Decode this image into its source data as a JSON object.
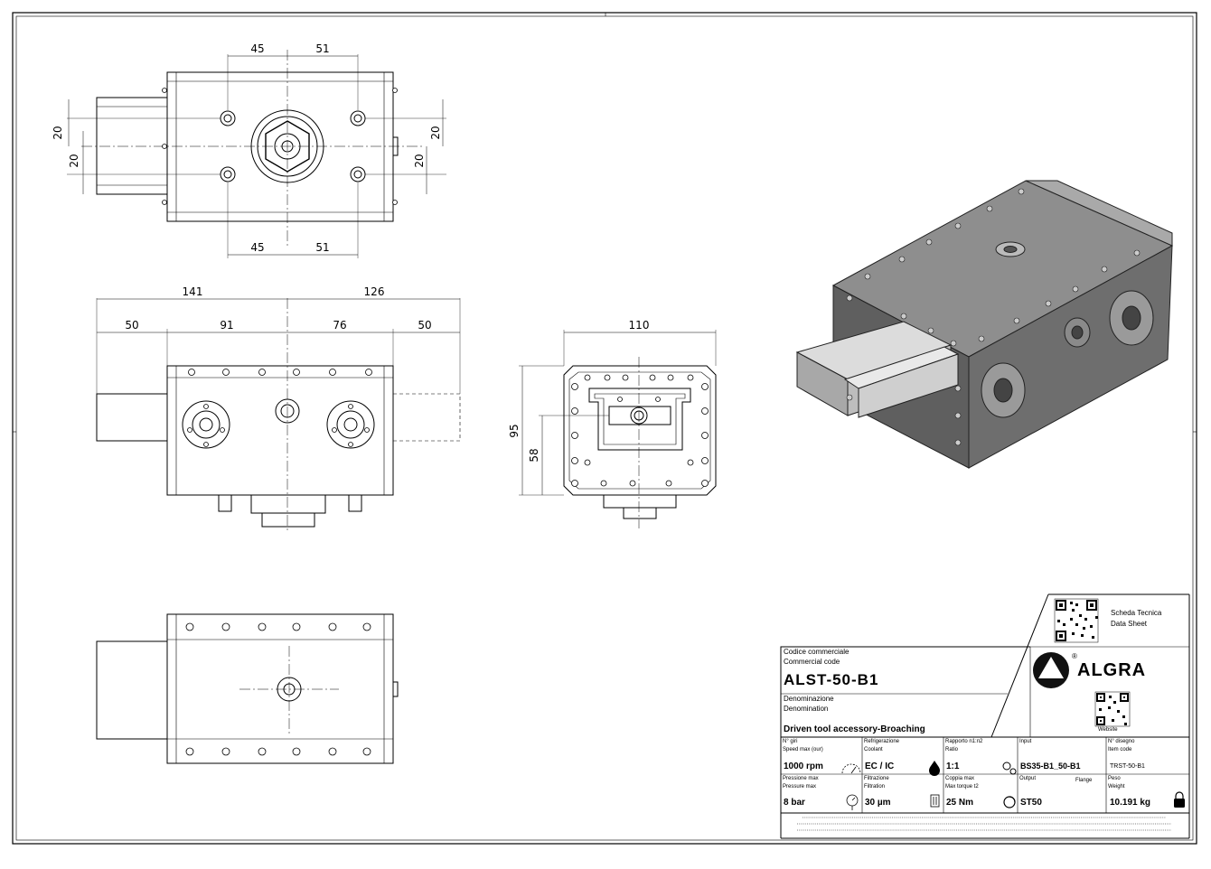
{
  "dimensions": {
    "top_view": {
      "left_a": "45",
      "right_a": "51",
      "left_b": "45",
      "right_b": "51",
      "v1": "20",
      "v2": "20",
      "v3": "20",
      "v4": "20"
    },
    "front_view": {
      "overall_left": "141",
      "overall_right": "126",
      "seg1": "50",
      "seg2": "91",
      "seg3": "76",
      "seg4": "50"
    },
    "side_view": {
      "width": "110",
      "height": "95",
      "height_small": "58"
    }
  },
  "datasheet": {
    "line1": "Scheda Tecnica",
    "line2": "Data Sheet"
  },
  "brand": {
    "name": "ALGRA",
    "reg_mark": "®",
    "website_label": "Website"
  },
  "title_block": {
    "commercial_code_label_it": "Codice commerciale",
    "commercial_code_label_en": "Commercial code",
    "commercial_code": "ALST-50-B1",
    "denomination_label_it": "Denominazione",
    "denomination_label_en": "Denomination",
    "denomination": "Driven tool accessory-Broaching",
    "speed_label_it": "N° giri",
    "speed_label_en": "Speed max (our)",
    "speed": "1000 rpm",
    "coolant_label_it": "Refrigerazione",
    "coolant_label_en": "Coolant",
    "coolant": "EC / IC",
    "ratio_label_it": "Rapporto n1:n2",
    "ratio_label_en": "Ratio",
    "ratio": "1:1",
    "input_label": "Input",
    "input": "BS35-B1_50-B1",
    "drawing_label_it": "N° disegno",
    "drawing_label_en": "Item code",
    "drawing": "TRST-50-B1",
    "pressure_label_it": "Pressione max",
    "pressure_label_en": "Pressure max",
    "pressure": "8 bar",
    "filtration_label_it": "Filtrazione",
    "filtration_label_en": "Filtration",
    "filtration": "30 µm",
    "torque_label_it": "Coppia max",
    "torque_label_en": "Max torque t2",
    "torque": "25 Nm",
    "output_label": "Output",
    "flange_label": "Flange",
    "output": "ST50",
    "weight_label_it": "Peso",
    "weight_label_en": "Weight",
    "weight": "10.191 kg"
  },
  "colors": {
    "line": "#000000",
    "iso_dark": "#5a5a5a",
    "iso_light": "#9a9a9a",
    "iso_face": "#e6e6e6"
  }
}
